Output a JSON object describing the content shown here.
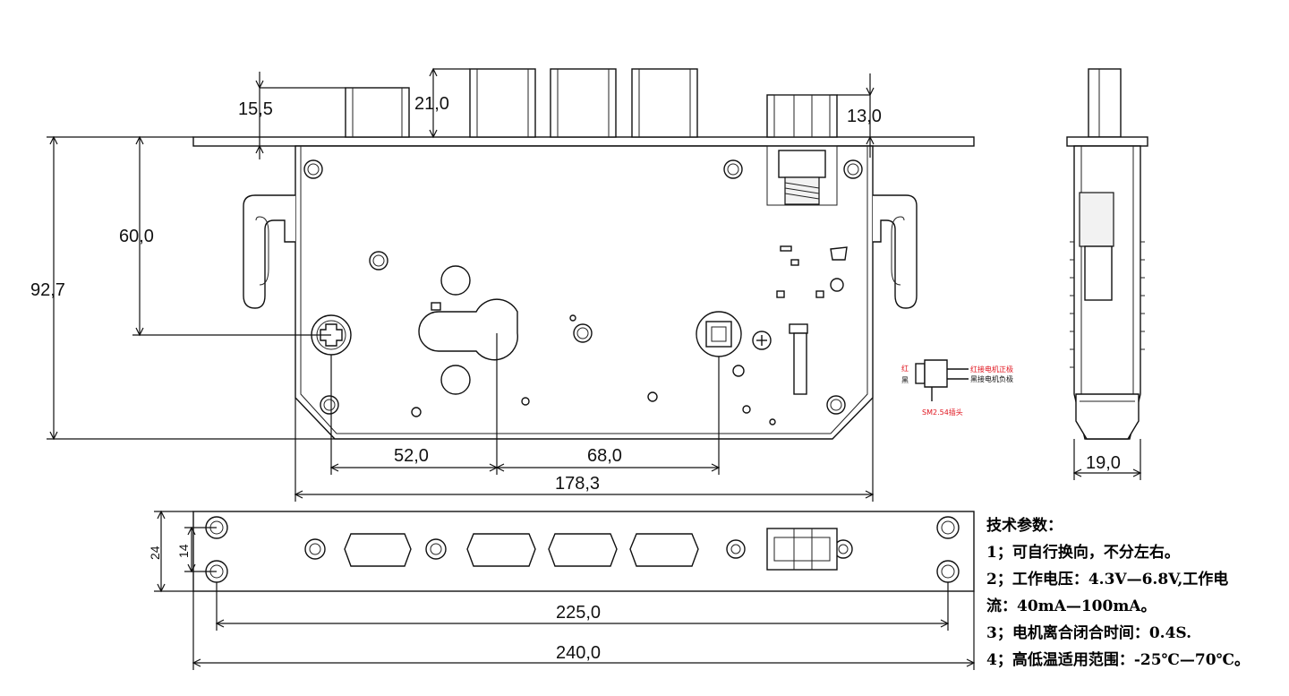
{
  "dimensions": {
    "top_tab_height": "15,5",
    "latch_height": "21,0",
    "bolt_height": "13,0",
    "handle_offset": "60,0",
    "total_height": "92,7",
    "center_left": "52,0",
    "center_right": "68,0",
    "body_width": "178,3",
    "side_thickness": "19,0",
    "plate_width": "24",
    "plate_hole_spacing": "14",
    "hole_span": "225,0",
    "plate_length": "240,0"
  },
  "connector": {
    "red_label": "红",
    "black_label": "黑",
    "red_wire": "红接电机正极",
    "black_wire": "黑接电机负极",
    "plug": "SM2.54插头",
    "red_color": "#e0141e"
  },
  "specs": {
    "title": "技术参数：",
    "lines": [
      "1；可自行换向，不分左右。",
      "2；工作电压：4.3V—6.8V,工作电",
      "流：40mA—100mA。",
      "3；电机离合闭合时间：0.4S.",
      "4；高低温适用范围：-25℃—70℃。"
    ]
  }
}
